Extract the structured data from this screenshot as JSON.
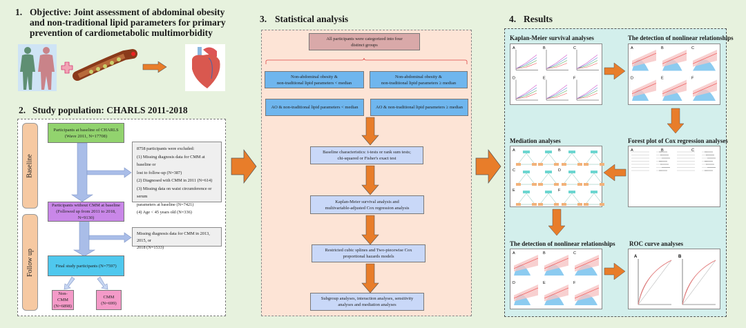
{
  "section1": {
    "number": "1.",
    "title": "Objective: Joint assessment of abdominal obesity and non-traditional lipid parameters for primary prevention of cardiometabolic multimorbidity"
  },
  "section2": {
    "number": "2.",
    "title": "Study population: CHARLS 2011-2018",
    "phase_baseline": "Baseline",
    "phase_followup": "Follow up",
    "baseline_box": [
      "Participants at baseline of CHARLS",
      "(Wave 2011, N=17708)"
    ],
    "exclusion_box": [
      "8758 participants were excluded:",
      "(1)  Missing diagnosis data for CMM at baseline or",
      "lost to follow-up (N=387)",
      "(2)  Diagnosed with CMM in 2011 (N=614)",
      "(3)  Missing data on waist circumference or serum",
      "parameters at baseline (N=7421)",
      "(4)  Age < 45 years old (N=336)"
    ],
    "no_cmm_box": [
      "Participants without CMM at baseline",
      "(Followed up from 2011 to 2018, N=9130)"
    ],
    "missing_box": [
      "Missing diagnosis data for CMM in 2013, 2015, or",
      "2018 (N=1533)"
    ],
    "final_box": "Final study participants (N=7597)",
    "non_cmm": [
      "Non-CMM",
      "(N=6898)"
    ],
    "cmm": [
      "CMM",
      "(N=699)"
    ]
  },
  "section3": {
    "number": "3.",
    "title": "Statistical analysis",
    "groups_box": "All participants were categorized into four distinct groups",
    "groups": [
      [
        "Non-abdominal obesity &",
        "non-traditional lipid parameters < median"
      ],
      [
        "Non-abdominal obesity &",
        "non-traditional lipid parameters ≥ median"
      ],
      [
        "AO & non-traditional lipid parameters < median"
      ],
      [
        "AO & non-traditional lipid parameters ≥ median"
      ]
    ],
    "steps": [
      [
        "Baseline characteristics: t-tests or rank sum tests;",
        "chi-squared or Fisher's exact test"
      ],
      [
        "Kaplan-Meier survival analysis and",
        "multivariable-adjusted Cox regression analysis"
      ],
      [
        "Restricted cubic splines and Two-piecewise Cox",
        "proportional hazards models"
      ],
      [
        "Subgroup analyses, interaction analyses, sensitivity",
        "analyses and mediation analyses"
      ]
    ]
  },
  "section4": {
    "number": "4.",
    "title": "Results",
    "panels": [
      {
        "title": "Kaplan-Meier survival analyses",
        "kind": "km"
      },
      {
        "title": "The detection of nonlinear relationships",
        "kind": "rcs"
      },
      {
        "title": "Mediation analyses",
        "kind": "med"
      },
      {
        "title": "Forest plot of Cox regression analyses",
        "kind": "forest"
      },
      {
        "title": "The detection of nonlinear relationships",
        "kind": "rcs"
      },
      {
        "title": "ROC curve analyses",
        "kind": "roc"
      }
    ],
    "panel_letters": [
      "A",
      "B",
      "C",
      "D",
      "E",
      "F"
    ]
  },
  "colors": {
    "background": "#e7f2de",
    "arrow": "#e87d2a",
    "flow_arrow": "#a9bde8",
    "green_box": "#92d36e",
    "purple_box": "#c987e8",
    "cyan_box": "#4fc8ee",
    "pink_box": "#f49ac8",
    "stat_panel": "#fde4d6",
    "results_panel": "#d3efec"
  }
}
